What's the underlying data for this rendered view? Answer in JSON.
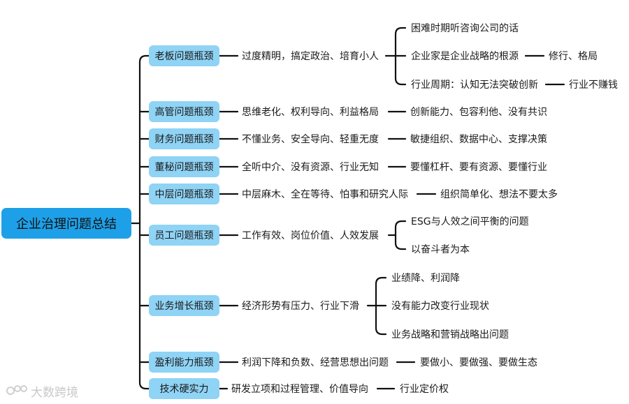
{
  "root": {
    "label": "企业治理问题总结"
  },
  "branches": [
    {
      "label": "老板问题瓶颈",
      "detail": "过度精明，搞定政治、培育小人",
      "children": [
        {
          "text": "困难时期听咨询公司的话"
        },
        {
          "text": "企业家是企业战略的根源",
          "next": "修行、格局"
        },
        {
          "text": "行业周期：认知无法突破创新",
          "next": "行业不赚钱"
        }
      ]
    },
    {
      "label": "高管问题瓶颈",
      "detail": "思维老化、权利导向、利益格局",
      "next": "创新能力、包容利他、没有共识"
    },
    {
      "label": "财务问题瓶颈",
      "detail": "不懂业务、安全导向、轻重无度",
      "next": "敏捷组织、数据中心、支撑决策"
    },
    {
      "label": "董秘问题瓶颈",
      "detail": "全听中介、没有资源、行业无知",
      "next": "要懂杠杆、要有资源、要懂行业"
    },
    {
      "label": "中层问题瓶颈",
      "detail": "中层麻木、全在等待、怕事和研究人际",
      "next": "组织简单化、想法不要太多"
    },
    {
      "label": "员工问题瓶颈",
      "detail": "工作有效、岗位价值、人效发展",
      "children": [
        {
          "text": "ESG与人效之间平衡的问题"
        },
        {
          "text": "以奋斗者为本"
        }
      ]
    },
    {
      "label": "业务增长瓶颈",
      "detail": "经济形势有压力、行业下滑",
      "children": [
        {
          "text": "业绩降、利润降"
        },
        {
          "text": "没有能力改变行业现状"
        },
        {
          "text": "业务战略和营销战略出问题"
        }
      ]
    },
    {
      "label": "盈利能力瓶颈",
      "detail": "利润下降和负数、经营思想出问题",
      "next": "要做小、要做强、要做生态"
    },
    {
      "label": "技术硬实力",
      "detail": "研发立项和过程管理、价值导向",
      "next": "行业定价权"
    }
  ],
  "watermark": "大数跨境"
}
